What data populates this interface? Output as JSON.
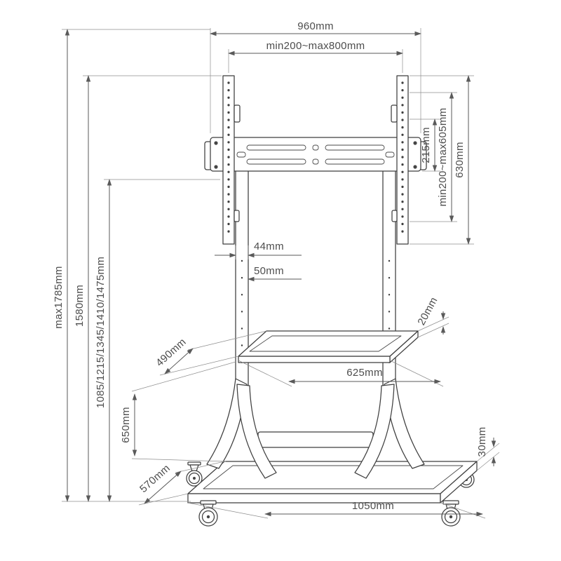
{
  "dims": {
    "top_width": "960mm",
    "vesa_width": "min200~max800mm",
    "plate_height": "215mm",
    "vesa_height": "min200~max605mm",
    "bracket_height": "630mm",
    "column_width": "44mm",
    "column_depth": "50mm",
    "max_total_height": "max1785mm",
    "frame_height": "1580mm",
    "screen_center_heights": "1085/1215/1345/1410/1475mm",
    "shelf_depth": "490mm",
    "shelf_thickness": "20mm",
    "shelf_width": "625mm",
    "shelf_height": "650mm",
    "base_depth": "570mm",
    "base_thickness": "30mm",
    "base_width": "1050mm"
  }
}
